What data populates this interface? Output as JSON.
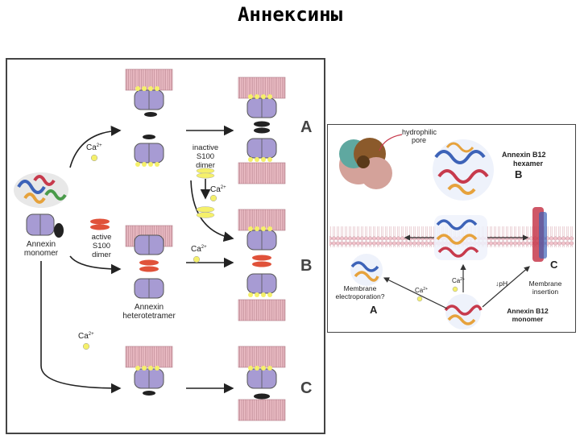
{
  "title": "Аннексины",
  "left_figure": {
    "labels": {
      "monomer_1": "Annexin",
      "monomer_2": "monomer",
      "active_1": "active",
      "active_2": "S100",
      "active_3": "dimer",
      "inactive_1": "inactive",
      "inactive_2": "S100",
      "inactive_3": "dimer",
      "hetero_1": "Annexin",
      "hetero_2": "heterotetramer",
      "ca": "Ca",
      "ca_sup": "2+",
      "path_a": "A",
      "path_b": "B",
      "path_c": "C"
    }
  },
  "right_figure": {
    "labels": {
      "pore_1": "hydrophilic",
      "pore_2": "pore",
      "hexamer_1": "Annexin B12",
      "hexamer_2": "hexamer",
      "panel_a": "A",
      "panel_b": "B",
      "panel_c": "C",
      "electro_1": "Membrane",
      "electro_2": "electroporation?",
      "insert_1": "Membrane",
      "insert_2": "insertion",
      "ph": "pH",
      "ph_arrow": "↓",
      "monomer_1": "Annexin B12",
      "monomer_2": "monomer",
      "ca": "Ca",
      "ca_sup": "2+"
    }
  },
  "colors": {
    "membrane_fill": "#f2c4cc",
    "membrane_stroke": "#b07a86",
    "annexin_fill": "#a79bd3",
    "annexin_stroke": "#555",
    "calcium": "#f5f06a",
    "s100_active": "#e0523a",
    "s100_inactive": "#f5f06a",
    "protein_blue": "#3d63b8",
    "protein_red": "#c73a4c",
    "protein_orange": "#e6a23c",
    "protein_green": "#4a9a4a",
    "pore_brown": "#8b5a2b",
    "pore_teal": "#5fa8a0",
    "pore_pink": "#d4a29a"
  },
  "icons": [
    "membrane-bilayer-icon",
    "annexin-protein-icon",
    "s100-dimer-icon",
    "calcium-ion-icon",
    "ribbon-structure-icon"
  ]
}
